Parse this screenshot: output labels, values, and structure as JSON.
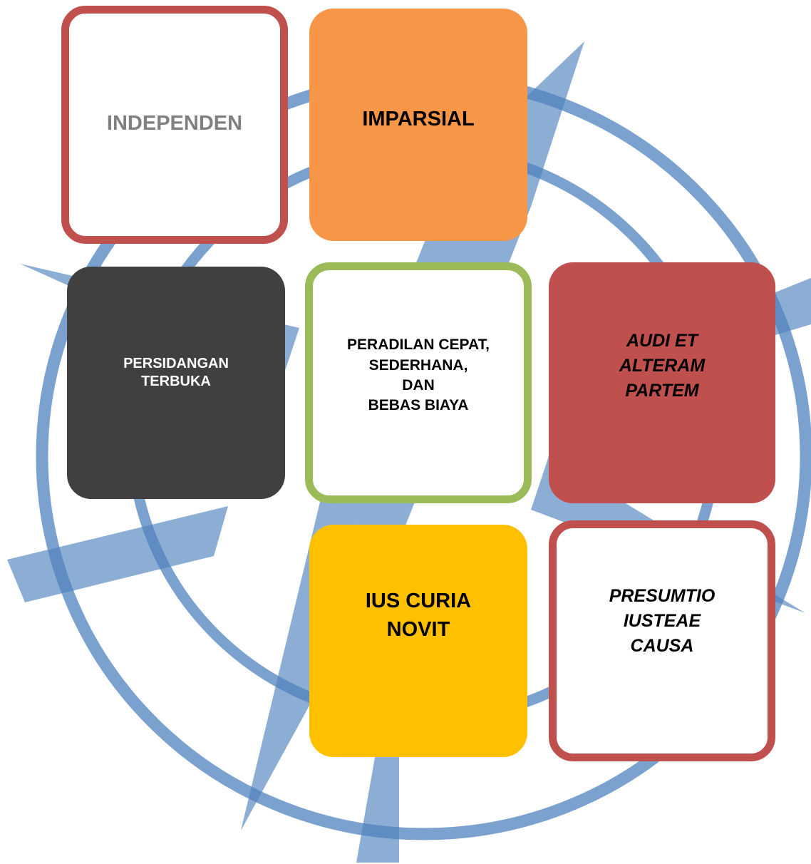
{
  "colors": {
    "compass": "#4f81bd",
    "independen_border": "#c0504d",
    "imparsial_fill": "#f79646",
    "persidangan_fill": "#404040",
    "peradilan_border": "#9bbb59",
    "audi_fill": "#c0504d",
    "ius_fill": "#ffc000",
    "presumtio_border": "#c0504d"
  },
  "boxes": {
    "independen": "INDEPENDEN",
    "imparsial": "IMPARSIAL",
    "persidangan": "PERSIDANGAN\nTERBUKA",
    "peradilan": "PERADILAN CEPAT,\nSEDERHANA,\nDAN\nBEBAS BIAYA",
    "audi": "AUDI ET\nALTERAM\nPARTEM",
    "ius": "IUS CURIA\nNOVIT",
    "presumtio": "PRESUMTIO\nIUSTEAE\nCAUSA"
  }
}
